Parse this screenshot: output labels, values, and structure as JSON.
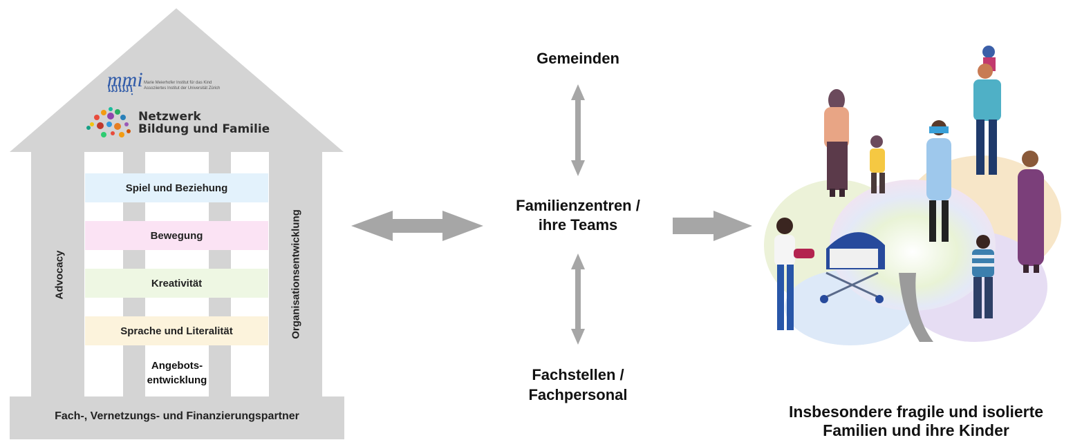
{
  "house": {
    "logo_mmi": "mmi",
    "logo_mmi_line1": "Marie Meierhofer Institut für das Kind",
    "logo_mmi_line2": "Assoziiertes Institut der Universität Zürich",
    "logo_nbf_line1": "Netzwerk",
    "logo_nbf_line2": "Bildung und Familie",
    "pillar_left": "Advocacy",
    "pillar_right": "Organisationsentwicklung",
    "bands": [
      {
        "label": "Spiel und Beziehung",
        "color": "#e3f2fc"
      },
      {
        "label": "Bewegung",
        "color": "#fbe3f4"
      },
      {
        "label": "Kreativität",
        "color": "#eef7e3"
      },
      {
        "label": "Sprache und Literalität",
        "color": "#fcf3dc"
      }
    ],
    "angebots_line1": "Angebots-",
    "angebots_line2": "entwicklung",
    "foundation": "Fach-, Vernetzungs- und Finanzierungspartner"
  },
  "center": {
    "top": "Gemeinden",
    "middle_line1": "Familienzentren /",
    "middle_line2": "ihre Teams",
    "bottom_line1": "Fachstellen /",
    "bottom_line2": "Fachpersonal"
  },
  "right": {
    "caption_line1": "Insbesondere fragile und isolierte",
    "caption_line2": "Familien und ihre Kinder"
  },
  "colors": {
    "house_gray": "#d4d4d4",
    "arrow_gray": "#a6a6a6",
    "mmi_blue": "#2f5aa8"
  }
}
